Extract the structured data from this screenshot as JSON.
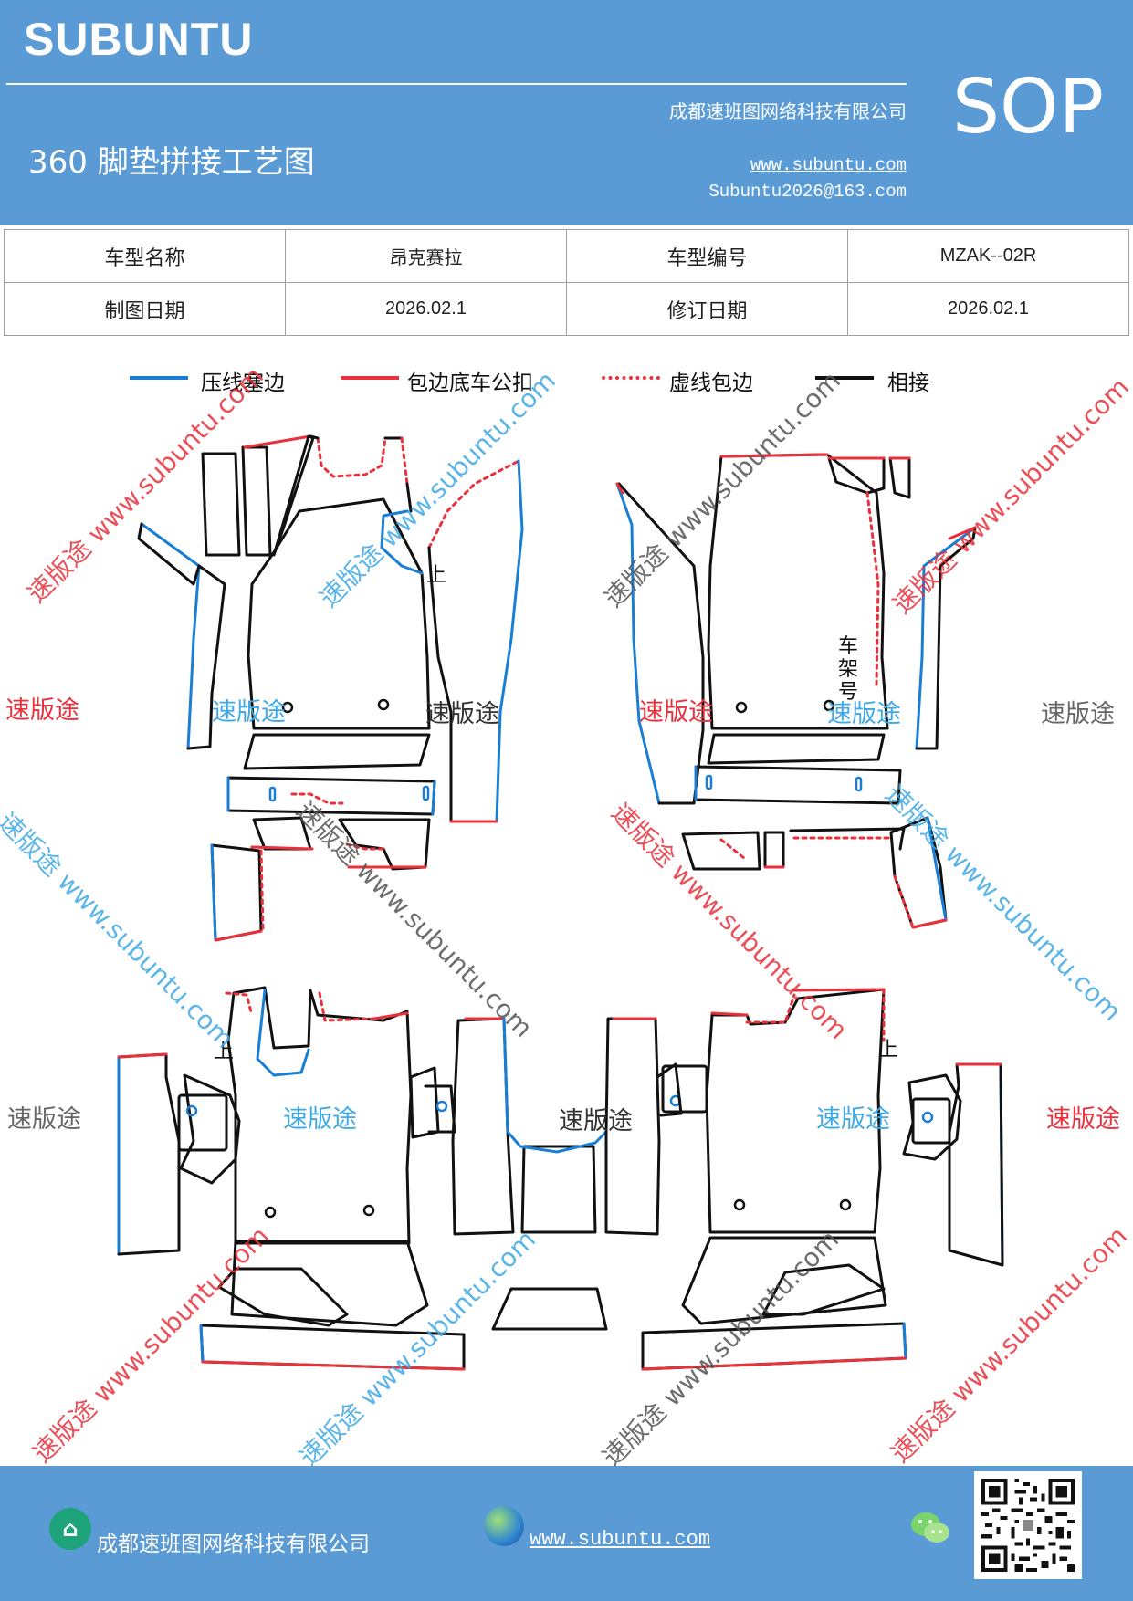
{
  "header": {
    "brand": "SUBUNTU",
    "company": "成都速班图网络科技有限公司",
    "title": "360 脚垫拼接工艺图",
    "website": "www.subuntu.com",
    "email": "Subuntu2026@163.com",
    "badge": "SOP"
  },
  "info": {
    "model_name_label": "车型名称",
    "model_name_value": "昂克赛拉",
    "model_code_label": "车型编号",
    "model_code_value": "MZAK--02R",
    "draw_date_label": "制图日期",
    "draw_date_value": "2026.02.1",
    "revise_date_label": "修订日期",
    "revise_date_value": "2026.02.1"
  },
  "legend": {
    "blue_label": "压线塞边",
    "red_label": "包边底车公扣",
    "dotted_label": "虚线包边",
    "black_label": "相接"
  },
  "diagram": {
    "mark_up": "上",
    "frame_number": "车架号"
  },
  "watermarks": {
    "logo_text": "速版途",
    "url_text": "速版途 www.subuntu.com"
  },
  "colors": {
    "header_bg": "#5b9bd5",
    "blue_line": "#1a7fd4",
    "red_line": "#e8313a",
    "black_line": "#111111"
  },
  "footer": {
    "company": "成都速班图网络科技有限公司",
    "website": "www.subuntu.com",
    "company_icon": "building-icon",
    "globe_icon": "globe-icon",
    "wechat_icon": "wechat-icon",
    "qr_icon": "qr-code-icon"
  }
}
